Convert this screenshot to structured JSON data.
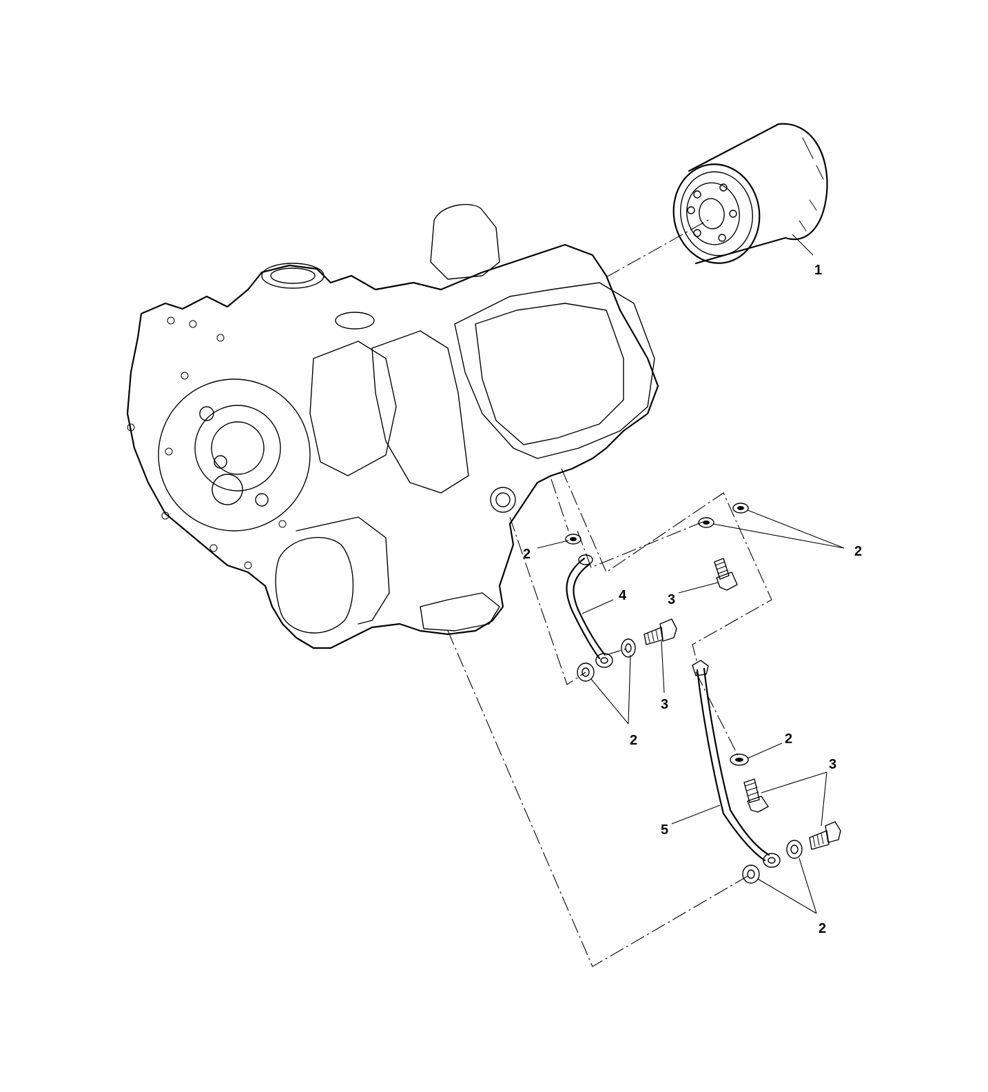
{
  "callouts": [
    {
      "id": "c1",
      "label": "1",
      "part": "oil-filter"
    },
    {
      "id": "c2a",
      "label": "2",
      "part": "washer"
    },
    {
      "id": "c2b",
      "label": "2",
      "part": "washer"
    },
    {
      "id": "c2c",
      "label": "2",
      "part": "washer"
    },
    {
      "id": "c2d",
      "label": "2",
      "part": "washer"
    },
    {
      "id": "c2e",
      "label": "2",
      "part": "washer"
    },
    {
      "id": "c3a",
      "label": "3",
      "part": "banjo-bolt"
    },
    {
      "id": "c3b",
      "label": "3",
      "part": "banjo-bolt"
    },
    {
      "id": "c3c",
      "label": "3",
      "part": "banjo-bolt"
    },
    {
      "id": "c4",
      "label": "4",
      "part": "oil-line"
    },
    {
      "id": "c5",
      "label": "5",
      "part": "oil-line"
    }
  ]
}
